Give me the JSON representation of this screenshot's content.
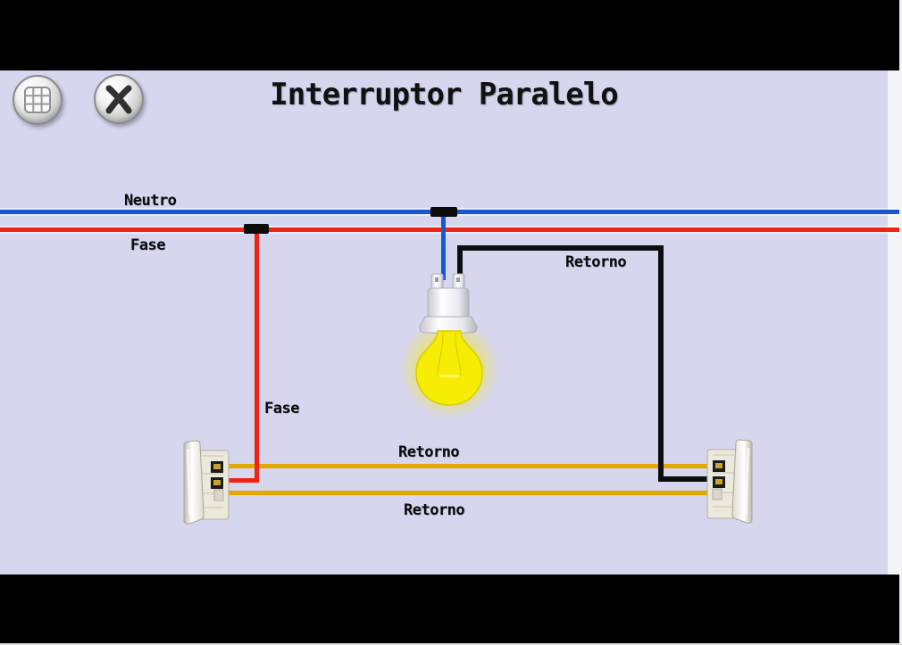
{
  "app": {
    "title": "Interruptor Paralelo",
    "toolbar": {
      "grid_button": "menu-grid",
      "close_button": "close"
    }
  },
  "diagram": {
    "labels": {
      "neutro": "Neutro",
      "fase_top": "Fase",
      "retorno_lamp": "Retorno",
      "fase_switch": "Fase",
      "retorno_traveler_top": "Retorno",
      "retorno_traveler_bottom": "Retorno"
    },
    "components": {
      "lamp": "glowing light bulb in socket",
      "switch_left": "parallel switch (left)",
      "switch_right": "parallel switch (right)"
    },
    "colors": {
      "background": "#d6d6ee",
      "neutral_wire": "#1757d2",
      "phase_wire": "#f02416",
      "return_wire_yellow": "#e2a800",
      "return_wire_black": "#0d0d0d",
      "bulb_glow": "#f5e800"
    }
  }
}
